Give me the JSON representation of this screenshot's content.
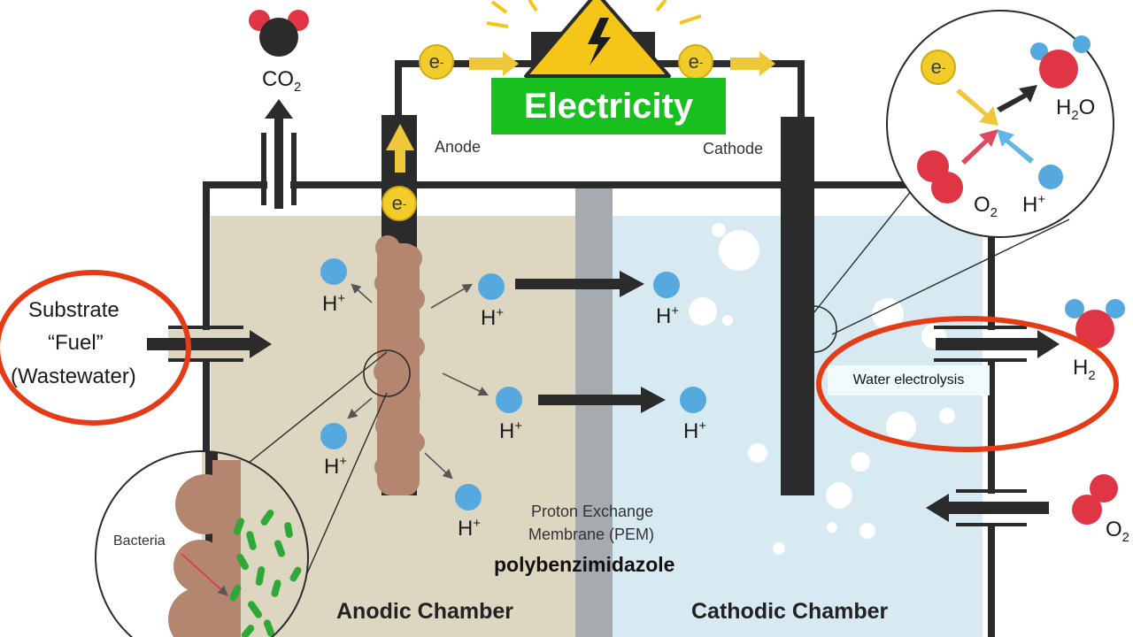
{
  "banner": {
    "text": "Electricity"
  },
  "labels": {
    "co2_main": "CO",
    "co2_sub": "2",
    "anode": "Anode",
    "cathode": "Cathode",
    "substrate_line1": "Substrate",
    "substrate_line2": "“Fuel”",
    "substrate_line3": "(Wastewater)",
    "h2o_main": "H",
    "h2o_sub": "2",
    "h2o_end": "O",
    "o2_main": "O",
    "o2_sub": "2",
    "hplus_main": "H",
    "hplus_sup": "+",
    "h2_main": "H",
    "h2_sub": "2",
    "pem_line1": "Proton Exchange",
    "pem_line2": "Membrane (PEM)",
    "polymer": "polybenzimidazole",
    "water_electrolysis": "Water electrolysis",
    "bacteria": "Bacteria",
    "anodic_chamber": "Anodic Chamber",
    "cathodic_chamber": "Cathodic Chamber"
  },
  "electron": {
    "main": "e",
    "sup": "-"
  },
  "colors": {
    "anodic_fluid": "#ddd7c1",
    "cathodic_fluid": "#d7eaf2",
    "membrane": "#a6abb0",
    "electrode": "#2b2b2b",
    "biofilm": "#b48670",
    "electron": "#f2cc2a",
    "proton": "#55a9de",
    "oxygen_atom": "#e03545",
    "banner": "#18c01f",
    "highlight_ellipse": "#e63b17",
    "warning_triangle": "#f5c518",
    "bacteria": "#2fa838"
  },
  "icons": [
    "high-voltage-warning-icon",
    "co2-molecule-icon",
    "h2o-molecule-icon",
    "o2-molecule-icon",
    "proton-icon",
    "electron-icon"
  ]
}
